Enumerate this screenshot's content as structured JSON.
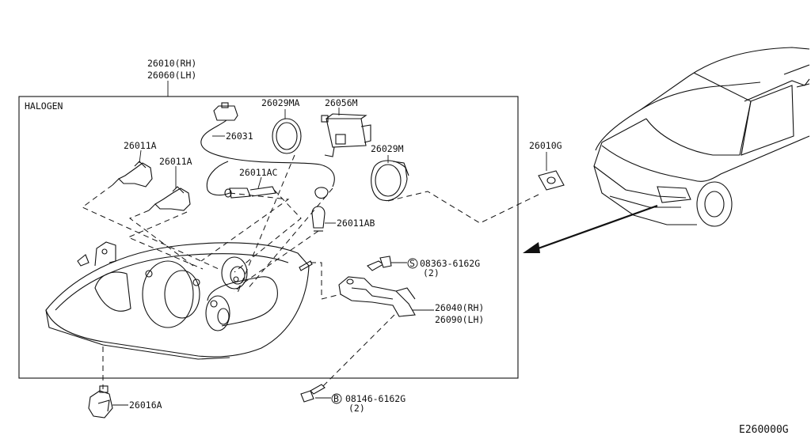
{
  "diagram": {
    "box_label": "HALOGEN",
    "assembly_part_rh": "26010(RH)",
    "assembly_part_lh": "26060(LH)",
    "parts": {
      "connector_harness": "26031",
      "ring_ma": "26029MA",
      "module": "26056M",
      "bulb_a_upper": "26011A",
      "bulb_a_lower": "26011A",
      "side_bulb_socket": "26011AC",
      "ring_m": "26029M",
      "small_bulb": "26011AB",
      "cover": "26010G",
      "bracket_rh": "26040(RH)",
      "bracket_lh": "26090(LH)",
      "adjuster": "26016A"
    },
    "screw_upper": {
      "symbol": "S",
      "part": "08363-6162G",
      "qty": "(2)"
    },
    "screw_lower": {
      "symbol": "B",
      "part": "08146-6162G",
      "qty": "(2)"
    },
    "diagram_code": "E260000G"
  }
}
